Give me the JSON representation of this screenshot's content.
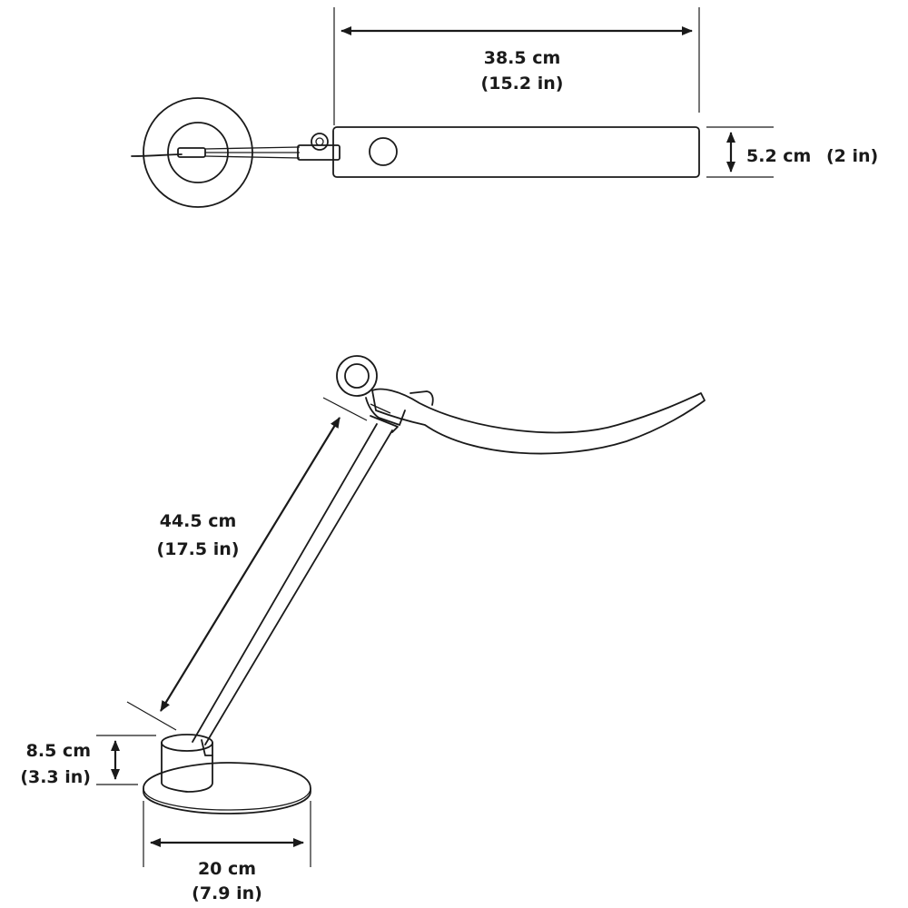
{
  "dimensions": {
    "top_length": {
      "metric": "38.5 cm",
      "imperial": "(15.2 in)"
    },
    "top_width": {
      "metric": "5.2 cm",
      "imperial": "(2 in)"
    },
    "arm_length": {
      "metric": "44.5 cm",
      "imperial": "(17.5 in)"
    },
    "base_height": {
      "metric": "8.5 cm",
      "imperial": "(3.3 in)"
    },
    "base_diameter": {
      "metric": "20 cm",
      "imperial": "(7.9 in)"
    }
  },
  "colors": {
    "ink": "#1a1a1a",
    "paper": "#ffffff"
  }
}
